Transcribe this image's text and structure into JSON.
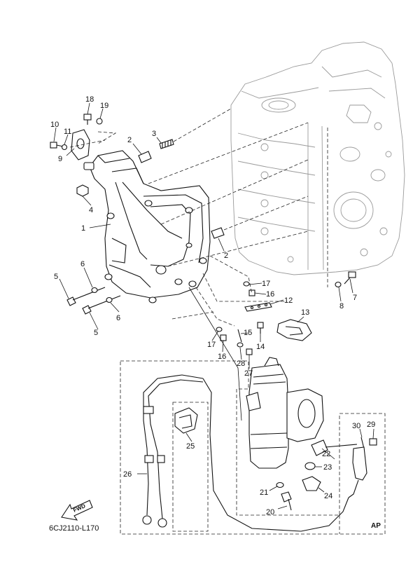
{
  "diagram": {
    "code": "6CJ2110-L170",
    "fwd_label": "FWD",
    "ap_label": "AP",
    "callouts": [
      {
        "id": "c1",
        "text": "1"
      },
      {
        "id": "c2a",
        "text": "2"
      },
      {
        "id": "c2b",
        "text": "2"
      },
      {
        "id": "c3",
        "text": "3"
      },
      {
        "id": "c4",
        "text": "4"
      },
      {
        "id": "c5a",
        "text": "5"
      },
      {
        "id": "c5b",
        "text": "5"
      },
      {
        "id": "c6a",
        "text": "6"
      },
      {
        "id": "c6b",
        "text": "6"
      },
      {
        "id": "c7",
        "text": "7"
      },
      {
        "id": "c8",
        "text": "8"
      },
      {
        "id": "c9",
        "text": "9"
      },
      {
        "id": "c10",
        "text": "10"
      },
      {
        "id": "c11",
        "text": "11"
      },
      {
        "id": "c12",
        "text": "12"
      },
      {
        "id": "c13",
        "text": "13"
      },
      {
        "id": "c14",
        "text": "14"
      },
      {
        "id": "c15",
        "text": "15"
      },
      {
        "id": "c16a",
        "text": "16"
      },
      {
        "id": "c16b",
        "text": "16"
      },
      {
        "id": "c17a",
        "text": "17"
      },
      {
        "id": "c17b",
        "text": "17"
      },
      {
        "id": "c18",
        "text": "18"
      },
      {
        "id": "c19",
        "text": "19"
      },
      {
        "id": "c20",
        "text": "20"
      },
      {
        "id": "c21",
        "text": "21"
      },
      {
        "id": "c22",
        "text": "22"
      },
      {
        "id": "c23",
        "text": "23"
      },
      {
        "id": "c24",
        "text": "24"
      },
      {
        "id": "c25",
        "text": "25"
      },
      {
        "id": "c26",
        "text": "26"
      },
      {
        "id": "c27",
        "text": "27"
      },
      {
        "id": "c28",
        "text": "28"
      },
      {
        "id": "c29",
        "text": "29"
      },
      {
        "id": "c30",
        "text": "30"
      }
    ]
  }
}
